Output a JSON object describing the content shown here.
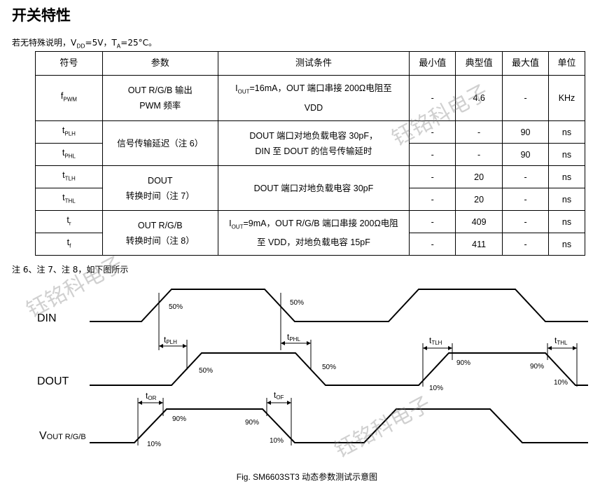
{
  "title": "开关特性",
  "conditions": {
    "prefix": "若无特殊说明，V",
    "vdd_sub": "DD",
    "vdd_val": "=5V，T",
    "ta_sub": "A",
    "ta_val": "=25°C。"
  },
  "table": {
    "headers": [
      "符号",
      "参数",
      "测试条件",
      "最小值",
      "典型值",
      "最大值",
      "单位"
    ],
    "fpwm": {
      "sym": "f",
      "sub": "PWM",
      "param_1": "OUT R/G/B 输出",
      "param_2": "PWM 频率",
      "cond_pre": "I",
      "cond_sub": "OUT",
      "cond_1": "=16mA，OUT 端口串接 200Ω电阻至",
      "cond_2": "VDD",
      "min": "-",
      "typ": "4.6",
      "max": "-",
      "unit": "KHz"
    },
    "tplh": {
      "sym": "t",
      "sub": "PLH",
      "min": "-",
      "typ": "-",
      "max": "90",
      "unit": "ns"
    },
    "tphl": {
      "sym": "t",
      "sub": "PHL",
      "min": "-",
      "typ": "-",
      "max": "90",
      "unit": "ns"
    },
    "delay_param": "信号传输延迟（注 6）",
    "delay_cond_1": "DOUT 端口对地负载电容 30pF，",
    "delay_cond_2": "DIN 至 DOUT 的信号传输延时",
    "ttlh": {
      "sym": "t",
      "sub": "TLH",
      "min": "-",
      "typ": "20",
      "max": "-",
      "unit": "ns"
    },
    "tthl": {
      "sym": "t",
      "sub": "THL",
      "min": "-",
      "typ": "20",
      "max": "-",
      "unit": "ns"
    },
    "trans_param_1": "DOUT",
    "trans_param_2": "转换时间（注 7）",
    "trans_cond": "DOUT 端口对地负载电容 30pF",
    "tr": {
      "sym": "t",
      "sub": "r",
      "min": "-",
      "typ": "409",
      "max": "-",
      "unit": "ns"
    },
    "tf": {
      "sym": "t",
      "sub": "f",
      "min": "-",
      "typ": "411",
      "max": "-",
      "unit": "ns"
    },
    "out_param_1": "OUT R/G/B",
    "out_param_2": "转换时间（注 8）",
    "out_cond_pre": "I",
    "out_cond_sub": "OUT",
    "out_cond_1": "=9mA，OUT R/G/B 端口串接 200Ω电阻",
    "out_cond_2": "至 VDD，对地负载电容 15pF"
  },
  "note": "注 6、注 7、注 8，如下图所示",
  "diagram": {
    "din_label": "DIN",
    "dout_label": "DOUT",
    "vout_label": "V",
    "vout_sub": "OUT R/G/B",
    "p50": "50%",
    "p90": "90%",
    "p10": "10%",
    "t": "t",
    "plh": "PLH",
    "phl": "PHL",
    "tlh": "TLH",
    "thl": "THL",
    "or": "OR",
    "of": "OF"
  },
  "caption": "Fig. SM6603ST3 动态参数测试示意图",
  "watermark": "钰铭科电子"
}
